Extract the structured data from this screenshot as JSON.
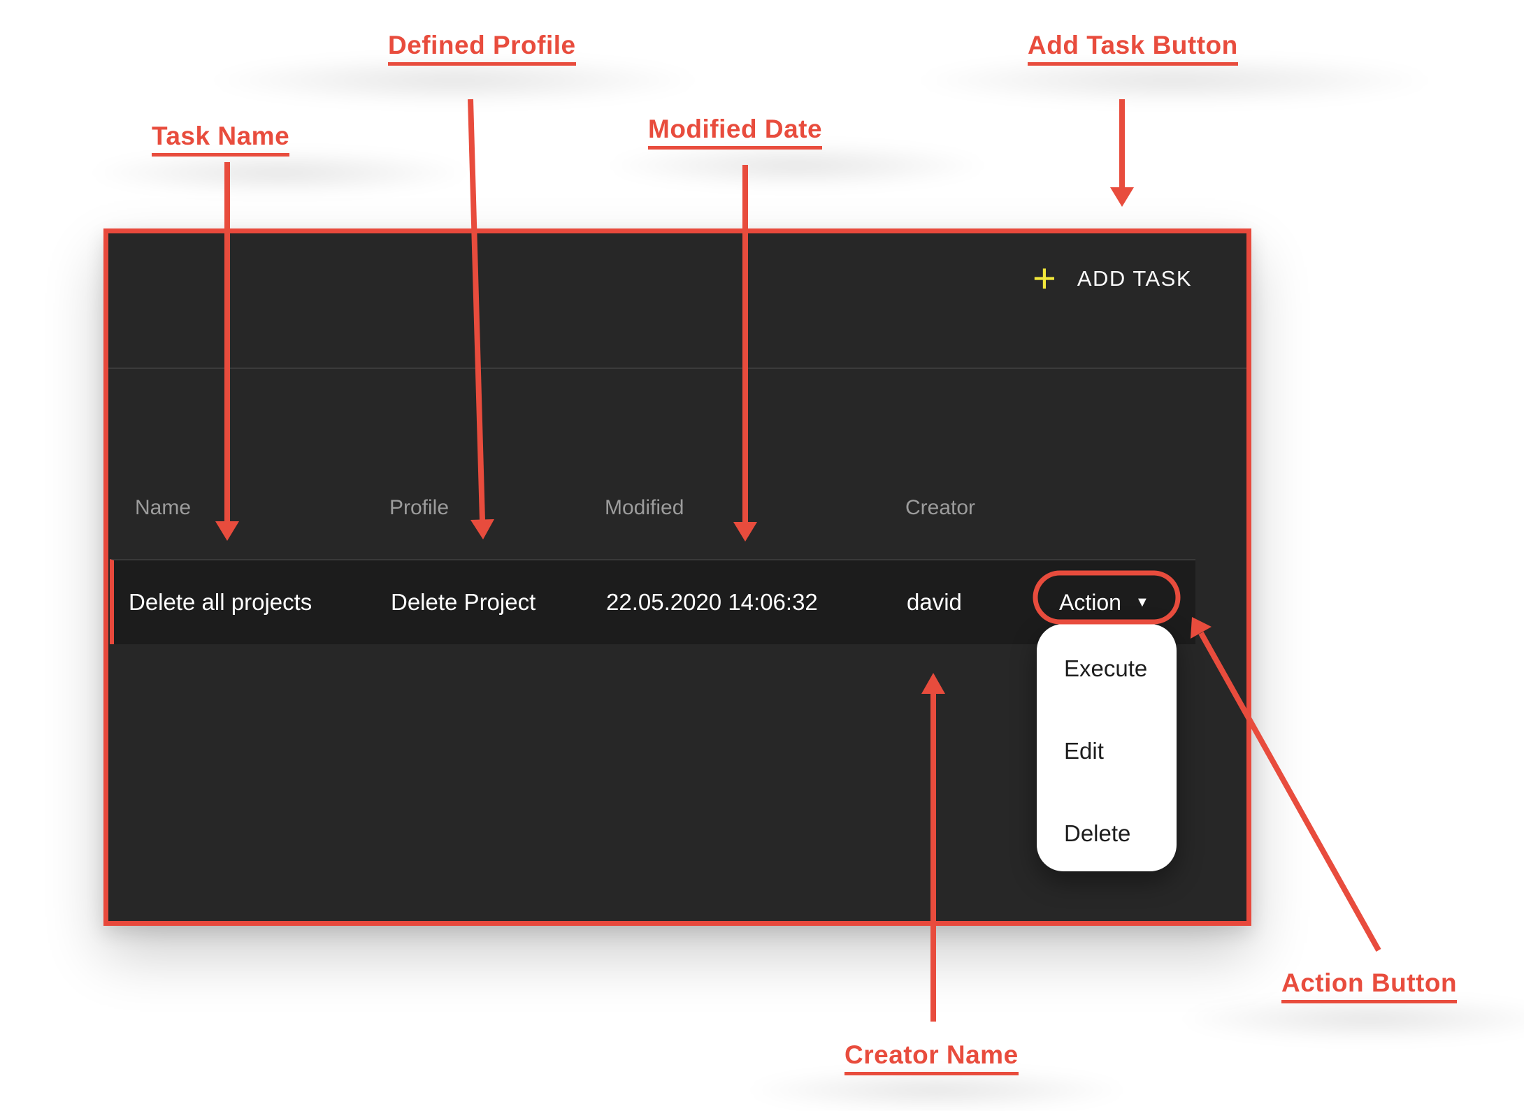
{
  "annotations": {
    "task_name": "Task Name",
    "defined_profile": "Defined Profile",
    "modified_date": "Modified Date",
    "add_task_button": "Add Task Button",
    "creator_name": "Creator Name",
    "action_button": "Action Button"
  },
  "icons": {
    "plus": "+",
    "chevron_down": "▼"
  },
  "panel": {
    "toolbar": {
      "add_task_label": "ADD TASK"
    },
    "table": {
      "headers": [
        "Name",
        "Profile",
        "Modified",
        "Creator"
      ],
      "rows": [
        {
          "name": "Delete all projects",
          "profile": "Delete Project",
          "modified": "22.05.2020 14:06:32",
          "creator": "david",
          "action_label": "Action"
        }
      ]
    },
    "action_menu": {
      "items": [
        "Execute",
        "Edit",
        "Delete"
      ]
    }
  },
  "colors": {
    "accent_red": "#e84c3d",
    "panel_border_red": "#e8493c",
    "plus_yellow": "#f1e73b",
    "panel_bg": "#272727",
    "row_bg": "#1c1c1c",
    "header_text": "#9c9c9c",
    "row_text": "#ffffff",
    "menu_bg": "#ffffff",
    "menu_text": "#1d1d1d"
  }
}
